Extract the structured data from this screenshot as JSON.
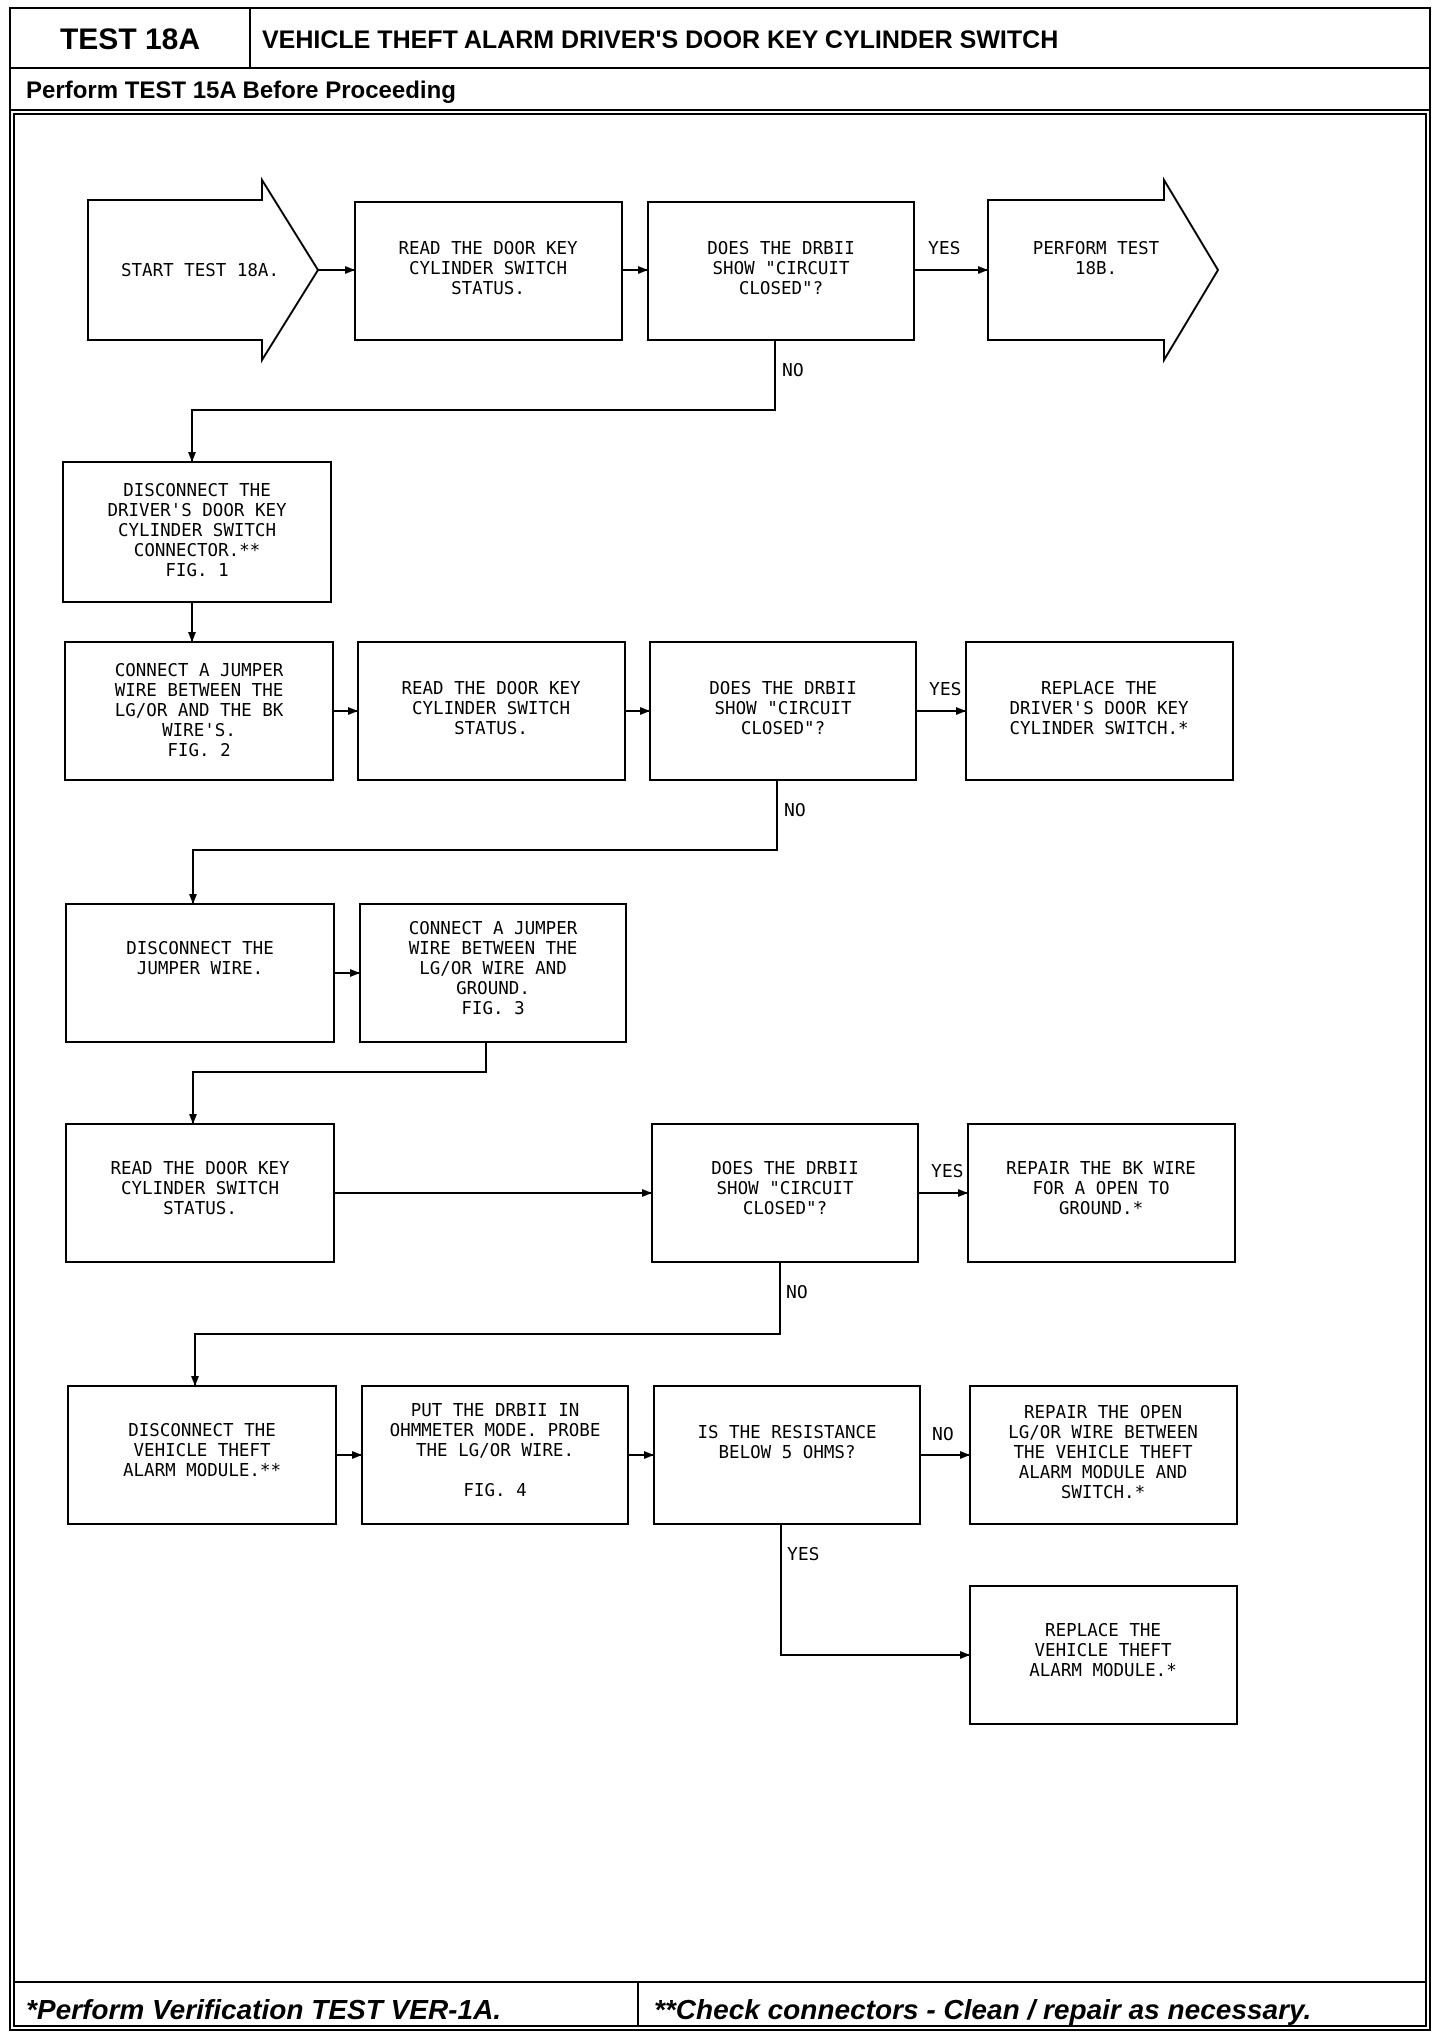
{
  "header": {
    "test_id": "TEST 18A",
    "title": "VEHICLE THEFT ALARM DRIVER'S DOOR KEY CYLINDER SWITCH",
    "subtitle": "Perform TEST 15A Before Proceeding"
  },
  "flowchart": {
    "start": [
      "START TEST 18A."
    ],
    "read1": [
      "READ THE DOOR KEY",
      "CYLINDER SWITCH",
      "STATUS."
    ],
    "q1": [
      "DOES THE DRBII",
      "SHOW \"CIRCUIT",
      "CLOSED\"?"
    ],
    "perform18b": [
      "PERFORM TEST",
      "18B."
    ],
    "disconnect_connector": [
      "DISCONNECT THE",
      "DRIVER'S DOOR KEY",
      "CYLINDER SWITCH",
      "CONNECTOR.**",
      "FIG. 1"
    ],
    "connect_jumper": [
      "CONNECT A JUMPER",
      "WIRE BETWEEN THE",
      "LG/OR AND THE BK",
      "WIRE'S.",
      "FIG. 2"
    ],
    "read2": [
      "READ THE DOOR KEY",
      "CYLINDER SWITCH",
      "STATUS."
    ],
    "q2": [
      "DOES THE DRBII",
      "SHOW \"CIRCUIT",
      "CLOSED\"?"
    ],
    "replace_switch": [
      "REPLACE THE",
      "DRIVER'S DOOR KEY",
      "CYLINDER SWITCH.*"
    ],
    "disconnect_jumper": [
      "DISCONNECT THE",
      "JUMPER WIRE."
    ],
    "connect_ground": [
      "CONNECT A JUMPER",
      "WIRE BETWEEN THE",
      "LG/OR WIRE AND",
      "GROUND.",
      "FIG. 3"
    ],
    "read3": [
      "READ THE DOOR KEY",
      "CYLINDER SWITCH",
      "STATUS."
    ],
    "q3": [
      "DOES THE DRBII",
      "SHOW \"CIRCUIT",
      "CLOSED\"?"
    ],
    "repair_bk": [
      "REPAIR THE BK WIRE",
      "FOR A OPEN TO",
      "GROUND.*"
    ],
    "disconnect_module": [
      "DISCONNECT THE",
      "VEHICLE THEFT",
      "ALARM MODULE.**"
    ],
    "ohmmeter": [
      "PUT THE DRBII IN",
      "OHMMETER MODE. PROBE",
      "THE LG/OR WIRE.",
      "",
      "FIG. 4"
    ],
    "q4": [
      "IS THE RESISTANCE",
      "BELOW 5 OHMS?"
    ],
    "repair_open": [
      "REPAIR THE OPEN",
      "LG/OR WIRE BETWEEN",
      "THE VEHICLE THEFT",
      "ALARM MODULE AND",
      "SWITCH.*"
    ],
    "replace_module": [
      "REPLACE THE",
      "VEHICLE THEFT",
      "ALARM MODULE.*"
    ],
    "labels": {
      "yes": "YES",
      "no": "NO"
    }
  },
  "footer": {
    "left": "*Perform Verification TEST VER-1A.",
    "right": "**Check connectors - Clean / repair as necessary."
  }
}
